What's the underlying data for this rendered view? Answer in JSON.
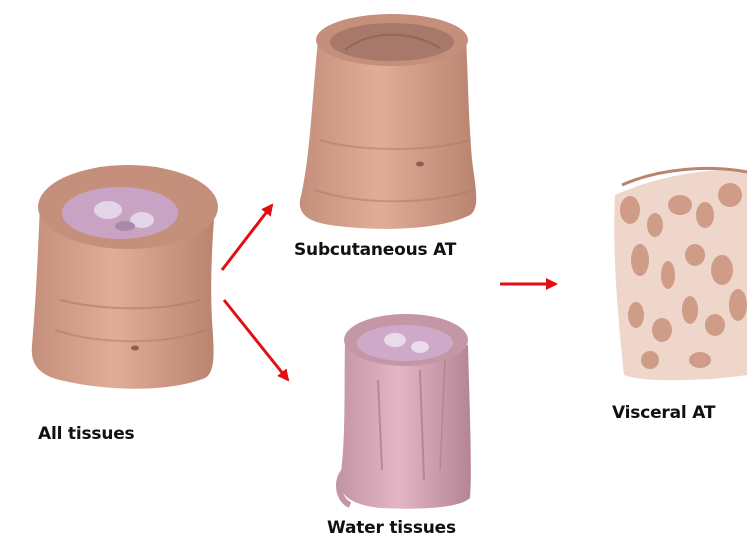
{
  "labels": {
    "all_tissues": "All tissues",
    "subcutaneous_at": "Subcutaneous AT",
    "water_tissues": "Water tissues",
    "visceral_at": "Visceral AT"
  },
  "colors": {
    "skin": "#d9a48e",
    "skin_dark": "#b98470",
    "water": "#d8a9b8",
    "water_dark": "#b98a99",
    "interior": "#c9a3c4",
    "arrow": "#e01010"
  }
}
